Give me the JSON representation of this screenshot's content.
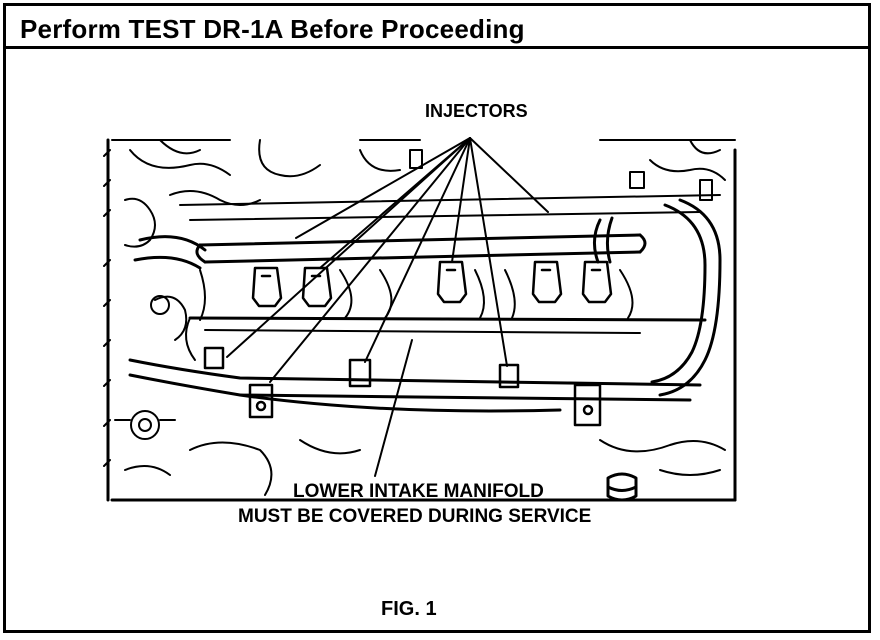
{
  "header": {
    "title": "Perform TEST DR-1A Before Proceeding"
  },
  "diagram": {
    "subject": "engine-injector-area",
    "labels": {
      "injectors": "INJECTORS",
      "manifold_line1": "LOWER INTAKE MANIFOLD",
      "manifold_line2": "MUST BE COVERED DURING SERVICE"
    },
    "figure_caption": "FIG. 1",
    "colors": {
      "ink": "#000000",
      "paper": "#ffffff"
    }
  }
}
